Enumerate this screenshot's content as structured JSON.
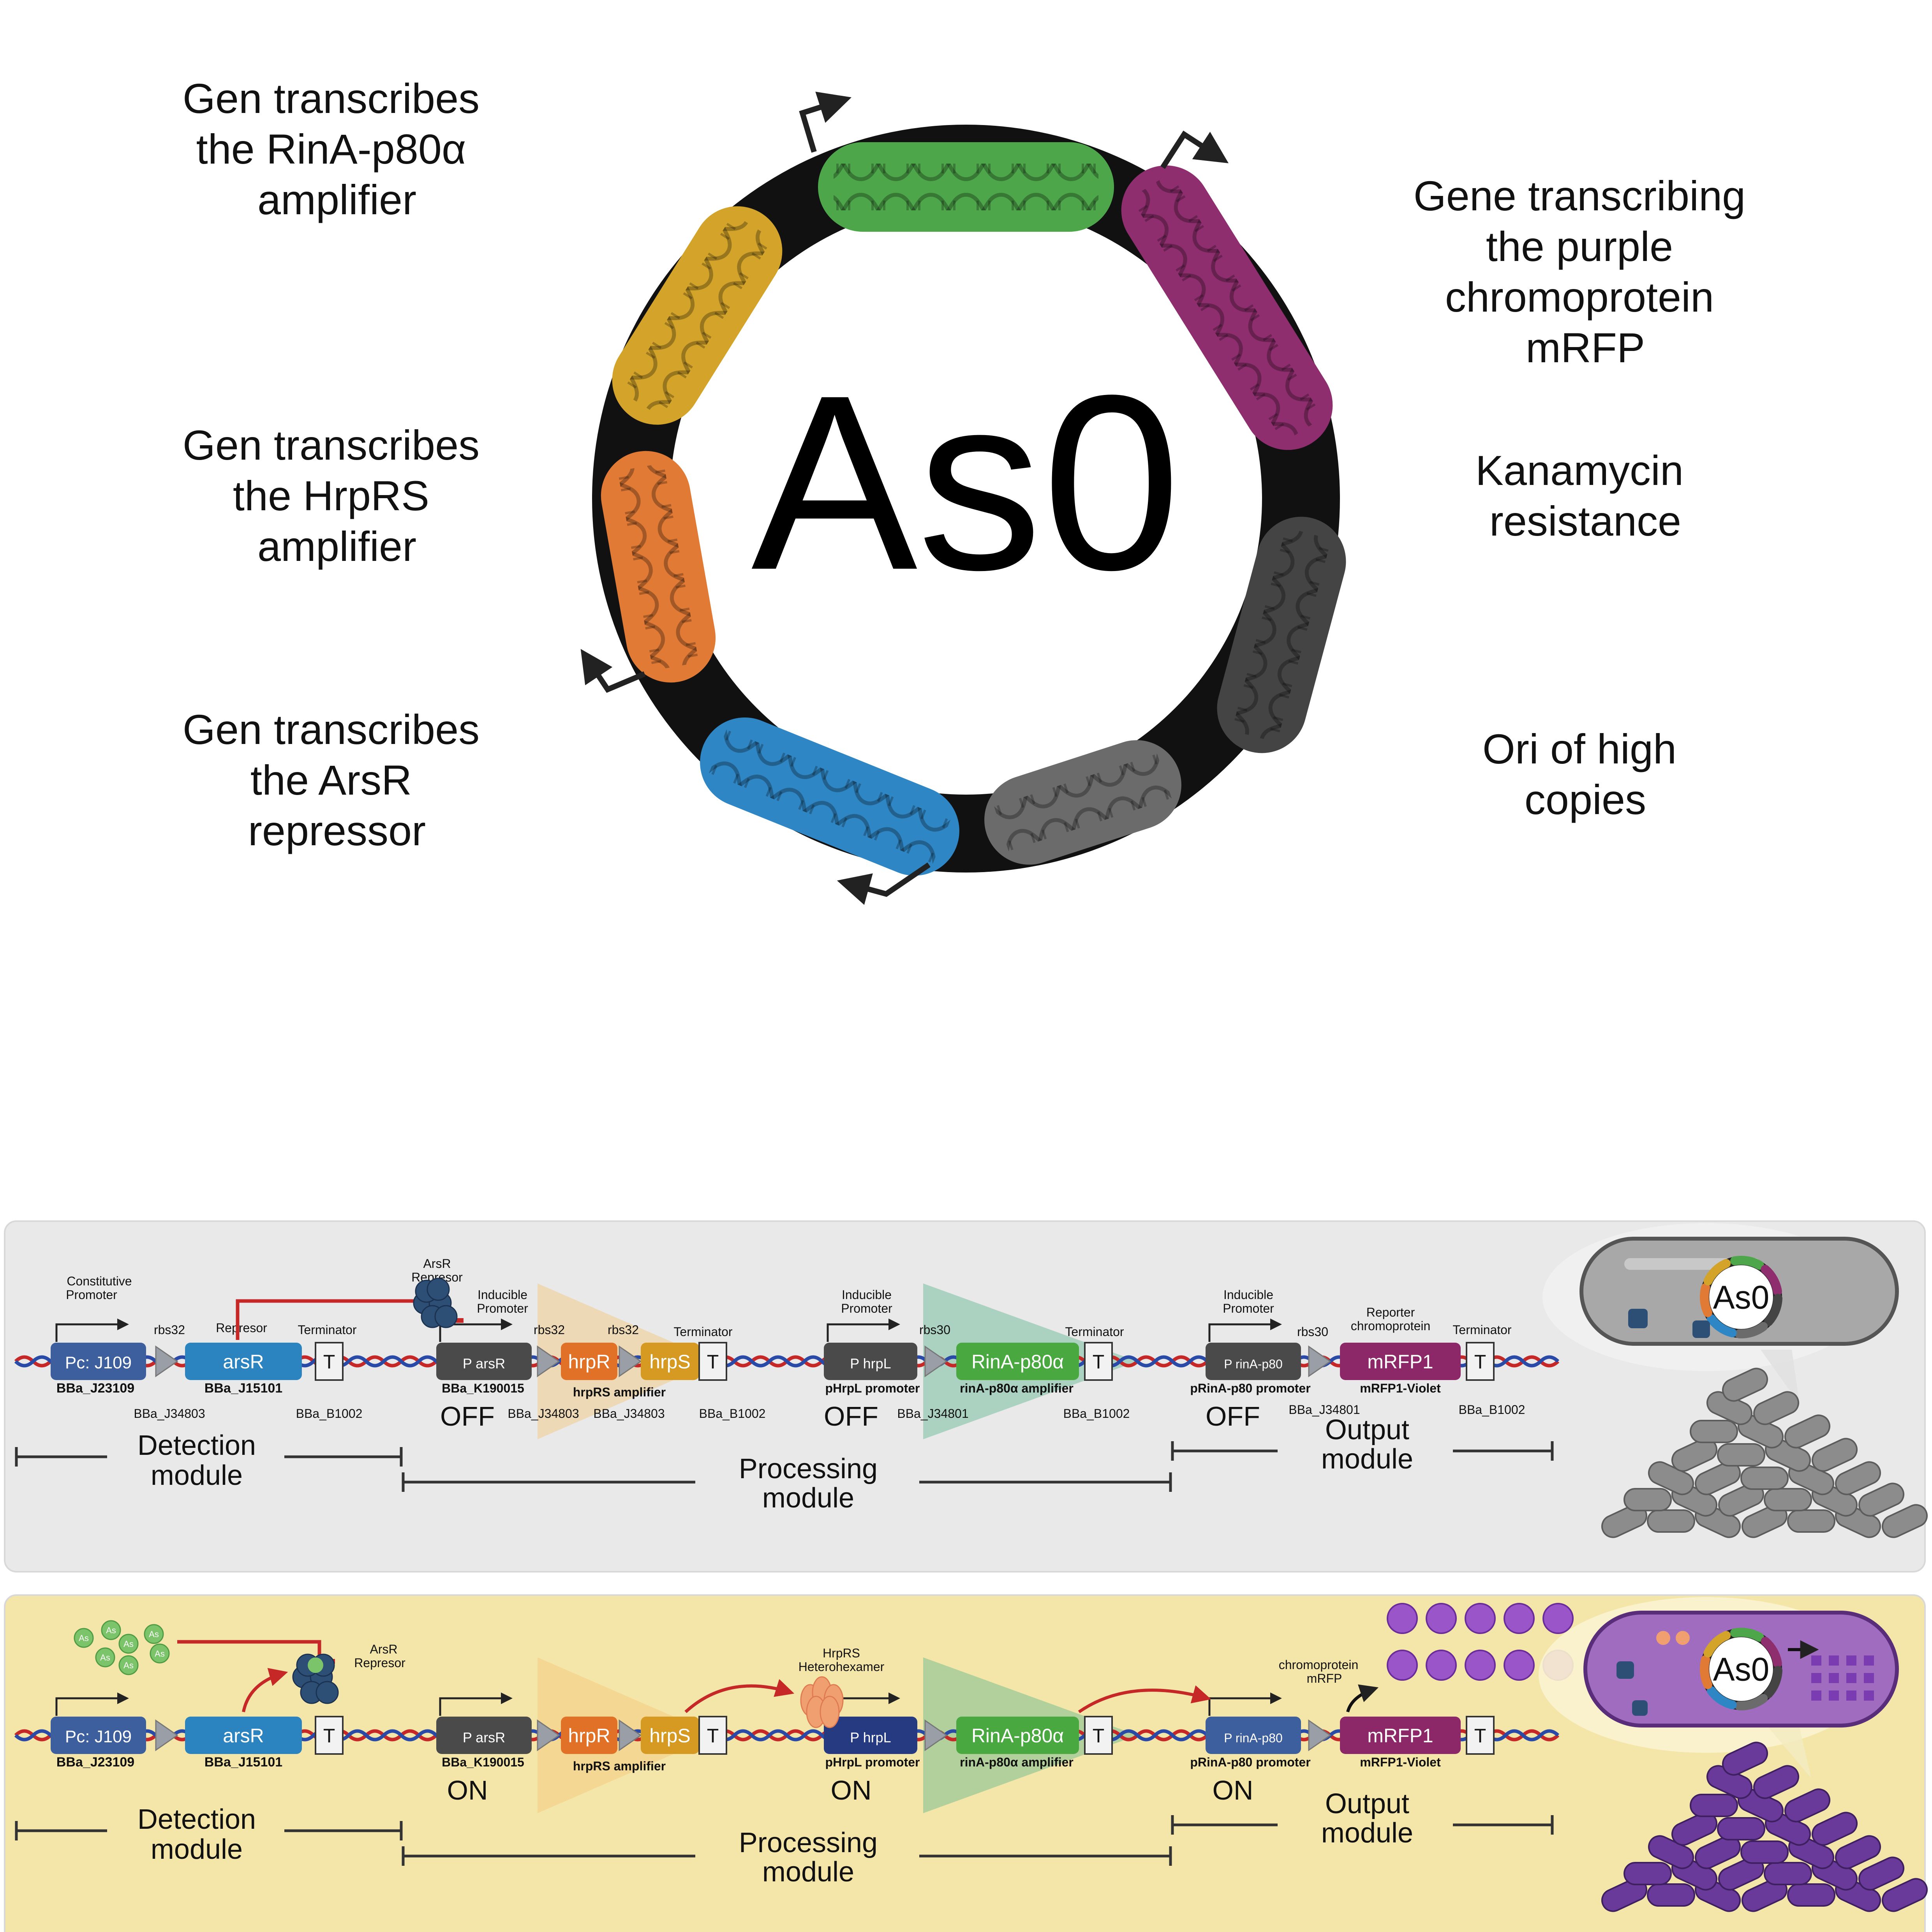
{
  "plasmid": {
    "name": "As0",
    "labels": {
      "rina": [
        "Gen transcribes",
        "the RinA-p80α",
        "amplifier"
      ],
      "hrprs": [
        "Gen transcribes",
        "the HrpRS",
        "amplifier"
      ],
      "arsr": [
        "Gen transcribes",
        "the ArsR",
        "repressor"
      ],
      "mrfp": [
        "Gene transcribing",
        "the purple",
        "chromoprotein",
        "mRFP"
      ],
      "kan": [
        "Kanamycin",
        "resistance"
      ],
      "ori": [
        "Ori of high",
        "copies"
      ]
    },
    "segment_colors": {
      "rina": "#4da64a",
      "mrfp": "#8e2e6e",
      "kan": "#444444",
      "ori": "#6b6b6b",
      "arsr": "#2f86c4",
      "hrprs": "#e07a34",
      "yellow": "#d3a32a"
    }
  },
  "panels": [
    {
      "state": "off",
      "background": "#e9e9e9",
      "promoter_state": [
        "OFF",
        "OFF",
        "OFF"
      ]
    },
    {
      "state": "on",
      "background": "#f4e6a8",
      "promoter_state": [
        "ON",
        "ON",
        "ON"
      ]
    }
  ],
  "circuit": {
    "pc_label": "Pc: J109",
    "pc_part": "BBa_J23109",
    "constitutive": [
      "Constitutive",
      "Promoter"
    ],
    "rbs32": "rbs32",
    "rbs30": "rbs30",
    "arsr_gene": "arsR",
    "arsr_part": "BBa_J15101",
    "represor_label": "Represor",
    "terminator_label": "Terminator",
    "terminator_glyph": "T",
    "j34803": "BBa_J34803",
    "j34801": "BBa_J34801",
    "b1002": "BBa_B1002",
    "arsr_protein": [
      "ArsR",
      "Represor"
    ],
    "inducible": [
      "Inducible",
      "Promoter"
    ],
    "pars_label": "P arsR",
    "pars_part": "BBa_K190015",
    "hrpr_gene": "hrpR",
    "hrps_gene": "hrpS",
    "hrprs_amp": "hrpRS amplifier",
    "phrpl_label": "P hrpL",
    "phrpl_part": "pHrpL promoter",
    "rina_gene": "RinA-p80α",
    "rina_amp": "rinA-p80α amplifier",
    "prina_label": "P rinA-p80",
    "prina_part": "pRinA-p80 promoter",
    "reporter": [
      "Reporter",
      "chromoprotein"
    ],
    "mrfp_gene": "mRFP1",
    "mrfp_part": "mRFP1-Violet",
    "hrprs_hex": [
      "HrpRS",
      "Heterohexamer"
    ],
    "chromo_label": [
      "chromoprotein",
      "mRFP"
    ],
    "as_symbol": "As",
    "cell_plasmid": "As0"
  },
  "modules": {
    "detection": [
      "Detection",
      "module"
    ],
    "processing": [
      "Processing",
      "module"
    ],
    "output": [
      "Output",
      "module"
    ]
  },
  "colors": {
    "promoter_blue": "#3d5f9e",
    "arsr_blue": "#2b84bf",
    "dark_grey": "#4a4a4a",
    "hrpr_orange": "#e07127",
    "hrps_gold": "#d69a22",
    "rina_green": "#4aa840",
    "mrfp_purple": "#8c2868",
    "dna_red": "#c62828",
    "dna_blue": "#2a4aa8",
    "repress_red": "#c62828"
  }
}
